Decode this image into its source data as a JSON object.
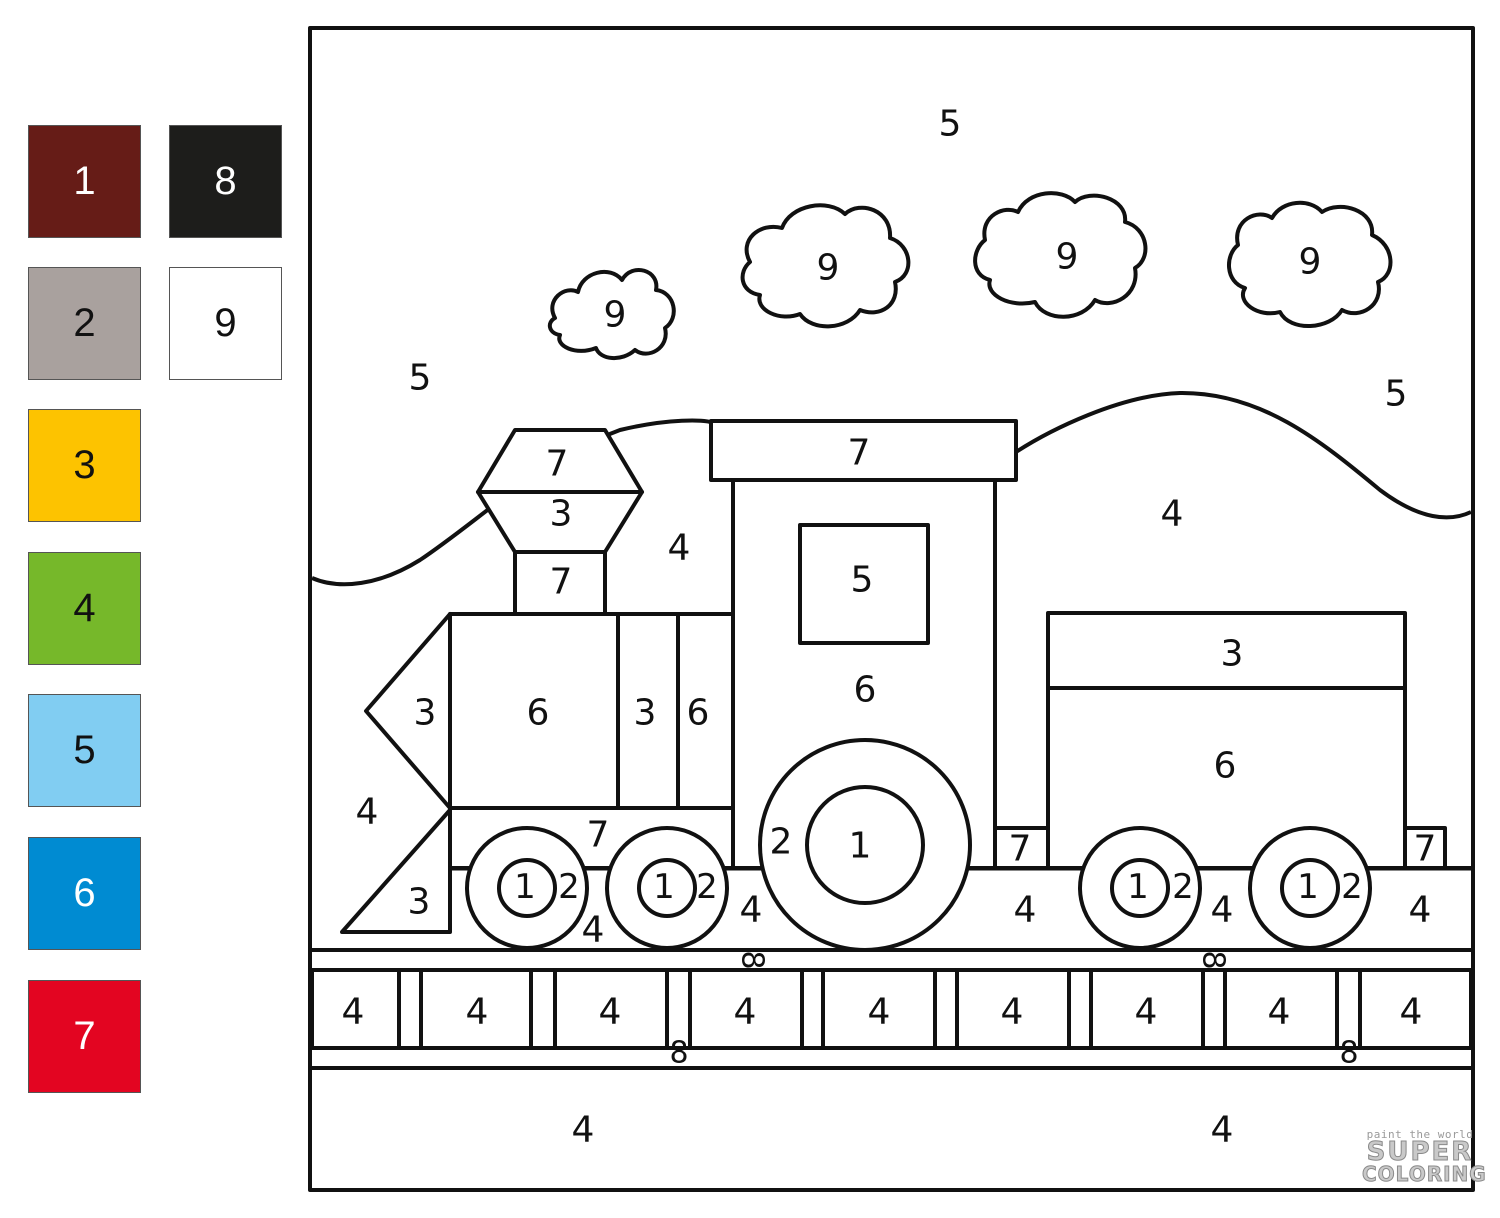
{
  "palette": [
    {
      "number": "1",
      "color": "#661c17",
      "text_color": "#ffffff"
    },
    {
      "number": "8",
      "color": "#1d1d1b",
      "text_color": "#ffffff"
    },
    {
      "number": "2",
      "color": "#a9a19e",
      "text_color": "#111111"
    },
    {
      "number": "9",
      "color": "#ffffff",
      "text_color": "#111111"
    },
    {
      "number": "3",
      "color": "#fdc300",
      "text_color": "#111111"
    },
    {
      "number": "4",
      "color": "#76b82a",
      "text_color": "#111111"
    },
    {
      "number": "5",
      "color": "#81cdf2",
      "text_color": "#111111"
    },
    {
      "number": "6",
      "color": "#008bd2",
      "text_color": "#ffffff"
    },
    {
      "number": "7",
      "color": "#e30521",
      "text_color": "#ffffff"
    }
  ],
  "scene": {
    "sky": "5",
    "clouds": "9",
    "hills": "4",
    "smokestack_cap": "7",
    "smokestack_middle": "3",
    "smokestack_base": "7",
    "boiler_nose": "3",
    "boiler": "6",
    "boiler_band": "3",
    "boiler_rear": "6",
    "cowcatcher": "3",
    "frame_bar": "7",
    "cab_roof": "7",
    "cab_window": "5",
    "cab": "6",
    "wheel_hub": "1",
    "wheel_rim": "2",
    "coupler": "7",
    "tender_top": "3",
    "tender": "6",
    "ground": "4",
    "rail": "8",
    "sleeper": "4"
  },
  "watermark": {
    "line1": "paint the world",
    "line2": "SUPER",
    "line3": "COLORING"
  }
}
